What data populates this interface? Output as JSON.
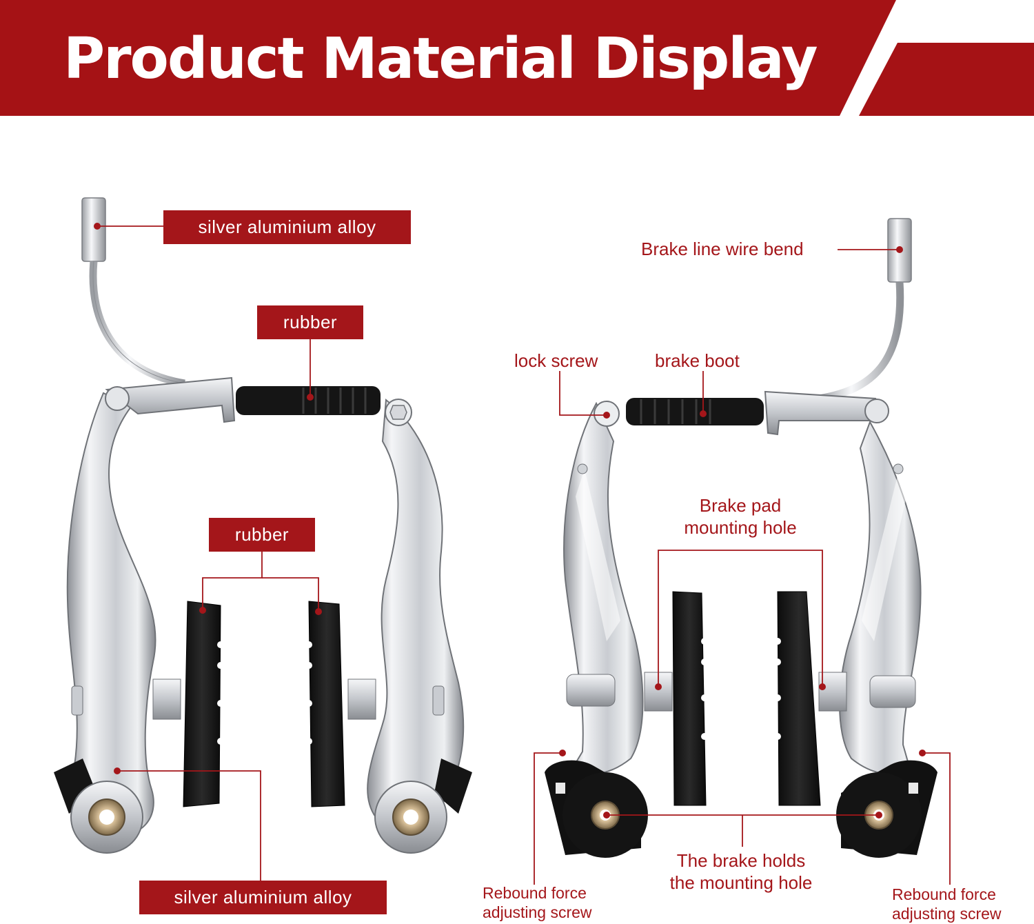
{
  "banner": {
    "title": "Product Material Display"
  },
  "left_brake": {
    "tag_cable_noodle": "silver aluminium alloy",
    "tag_boot": "rubber",
    "tag_pads": "rubber",
    "tag_arms": "silver aluminium alloy"
  },
  "right_brake": {
    "note_wire": "Brake line wire bend",
    "note_lock": "lock screw",
    "note_boot": "brake boot",
    "note_pad_hole_1": "Brake pad",
    "note_pad_hole_2": "mounting hole",
    "note_brake_hole_1": "The brake holds",
    "note_brake_hole_2": "the mounting hole",
    "note_rebound_left_1": "Rebound force",
    "note_rebound_left_2": "adjusting screw",
    "note_rebound_right_1": "Rebound force",
    "note_rebound_right_2": "adjusting screw"
  },
  "colors": {
    "accent_red": "#a4161a",
    "banner_red": "#a51215",
    "metal": "#d4d6da",
    "rubber": "#151515"
  }
}
